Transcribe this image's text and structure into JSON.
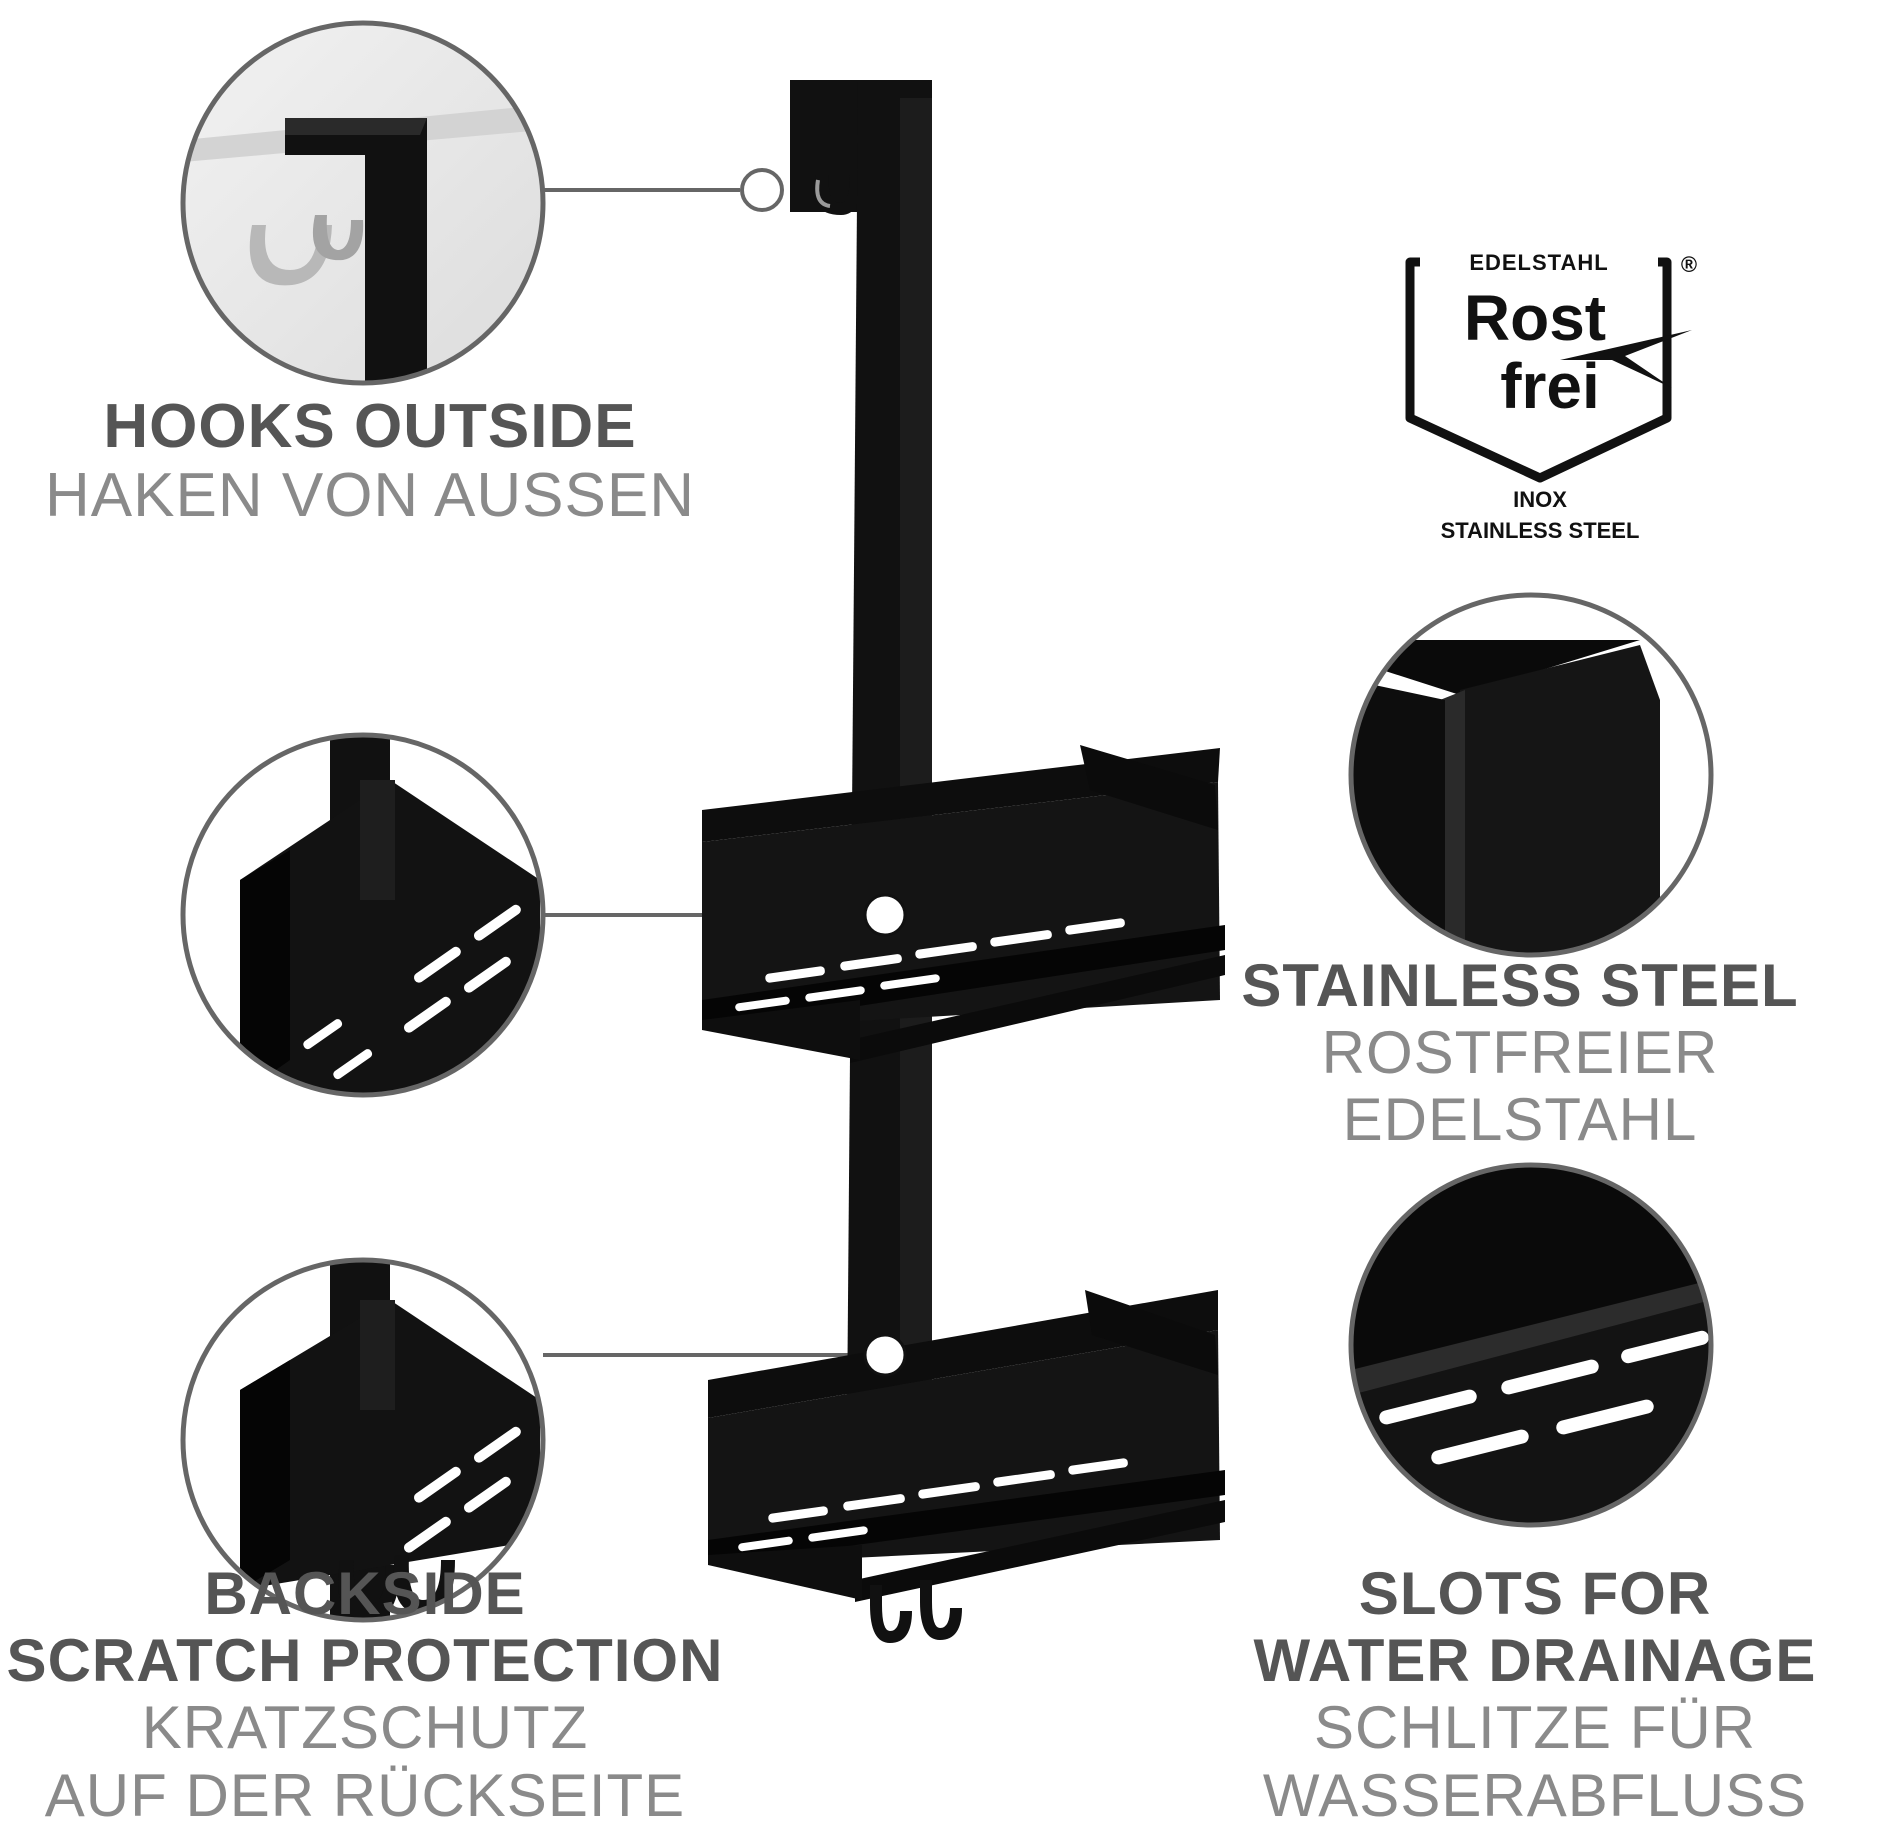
{
  "features": {
    "hooks": {
      "title": "HOOKS OUTSIDE",
      "subtitle": "HAKEN VON AUSSEN"
    },
    "steel": {
      "title": "STAINLESS STEEL",
      "subtitle": "ROSTFREIER EDELSTAHL"
    },
    "backside": {
      "title": "BACKSIDE\nSCRATCH PROTECTION",
      "subtitle": "KRATZSCHUTZ\nAUF DER RÜCKSEITE"
    },
    "slots": {
      "title": "SLOTS FOR\nWATER DRAINAGE",
      "subtitle": "SCHLITZE FÜR\nWASSERABFLUSS"
    }
  },
  "logo": {
    "top_text": "EDELSTAHL",
    "word1": "Rost",
    "word2": "frei",
    "registered": "®",
    "line1": "INOX",
    "line2": "STAINLESS STEEL"
  },
  "colors": {
    "product": "#111111",
    "title": "#555555",
    "subtitle": "#8a8a8a",
    "connector": "#666666"
  }
}
